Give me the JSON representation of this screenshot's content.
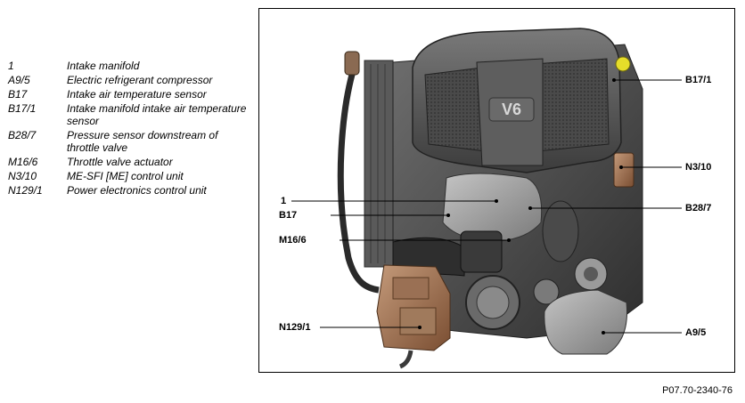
{
  "legend": [
    {
      "code": "1",
      "desc": "Intake manifold"
    },
    {
      "code": "A9/5",
      "desc": "Electric refrigerant compressor"
    },
    {
      "code": "B17",
      "desc": "Intake air temperature sensor"
    },
    {
      "code": "B17/1",
      "desc": "Intake manifold intake air temperature sensor"
    },
    {
      "code": "B28/7",
      "desc": "Pressure sensor downstream of throttle valve"
    },
    {
      "code": "M16/6",
      "desc": "Throttle valve actuator"
    },
    {
      "code": "N3/10",
      "desc": "ME-SFI [ME] control unit"
    },
    {
      "code": "N129/1",
      "desc": "Power electronics control unit"
    }
  ],
  "callouts": {
    "b17_1": "B17/1",
    "n3_10": "N3/10",
    "b28_7": "B28/7",
    "a9_5": "A9/5",
    "one": "1",
    "b17": "B17",
    "m16_6": "M16/6",
    "n129_1": "N129/1"
  },
  "engine_cover_text": "V6",
  "figure_id": "P07.70-2340-76"
}
